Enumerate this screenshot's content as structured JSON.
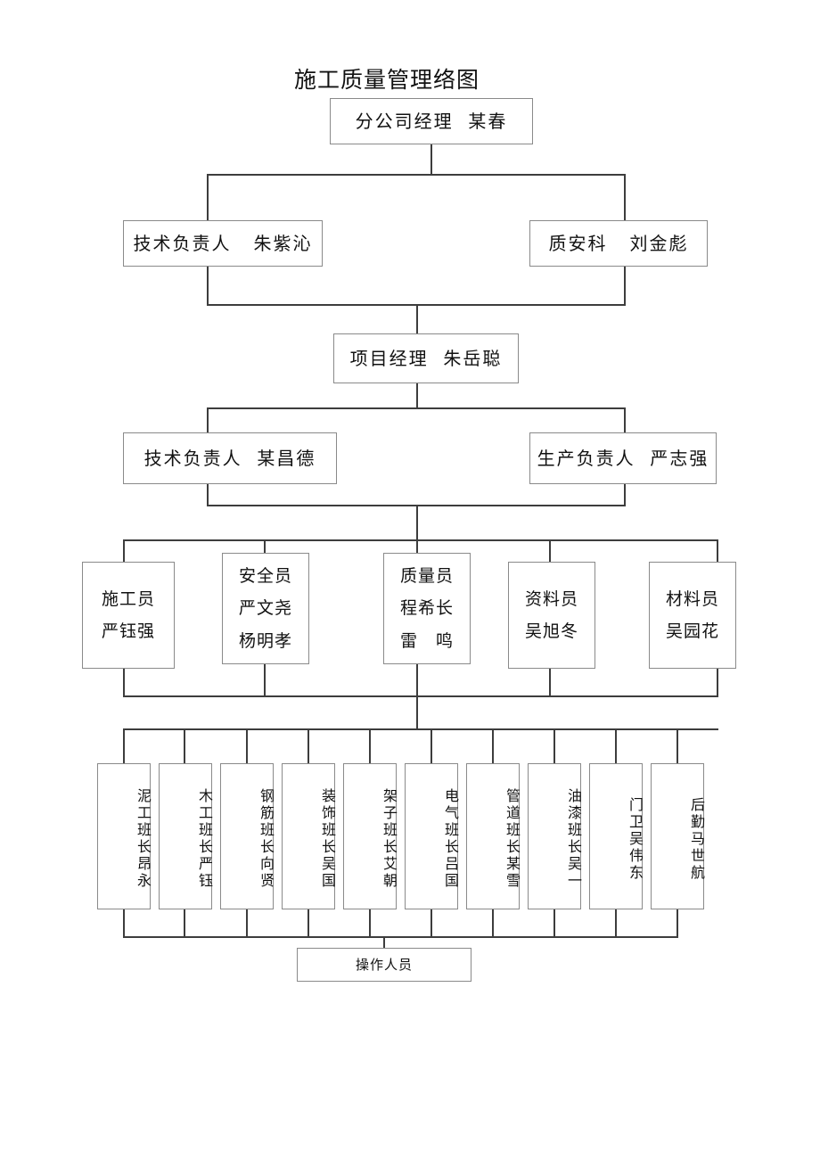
{
  "document": {
    "title": "施工质量管理络图"
  },
  "org_chart": {
    "level1": {
      "label": "分公司经理  某春"
    },
    "level2": [
      {
        "label": "技术负责人   朱紫沁"
      },
      {
        "label": "质安科   刘金彪"
      }
    ],
    "level3": {
      "label": "项目经理  朱岳聪"
    },
    "level4": [
      {
        "label": "技术负责人  某昌德"
      },
      {
        "label": "生产负责人  严志强"
      }
    ],
    "level5": [
      {
        "lines": [
          "施工员",
          "严钰强"
        ]
      },
      {
        "lines": [
          "安全员",
          "严文尧",
          "杨明孝"
        ]
      },
      {
        "lines": [
          "质量员",
          "程希长",
          "雷　鸣"
        ]
      },
      {
        "lines": [
          "资料员",
          "吴旭冬"
        ]
      },
      {
        "lines": [
          "材料员",
          "吴园花"
        ]
      }
    ],
    "level6": [
      {
        "label": "泥工班长昂永"
      },
      {
        "label": "木工班长严钰"
      },
      {
        "label": "钢筋班长向贤"
      },
      {
        "label": "装饰班长吴国"
      },
      {
        "label": "架子班长艾朝"
      },
      {
        "label": "电气班长吕国"
      },
      {
        "label": "管道班长某雪"
      },
      {
        "label": "油漆班长吴一"
      },
      {
        "label": "门卫吴伟东"
      },
      {
        "label": "后勤马世航"
      }
    ],
    "level7": {
      "label": "操作人员"
    }
  },
  "style": {
    "border_color": "#8a8a8a",
    "connector_color": "#3d3d3d",
    "text_color": "#111111",
    "background": "#ffffff"
  }
}
